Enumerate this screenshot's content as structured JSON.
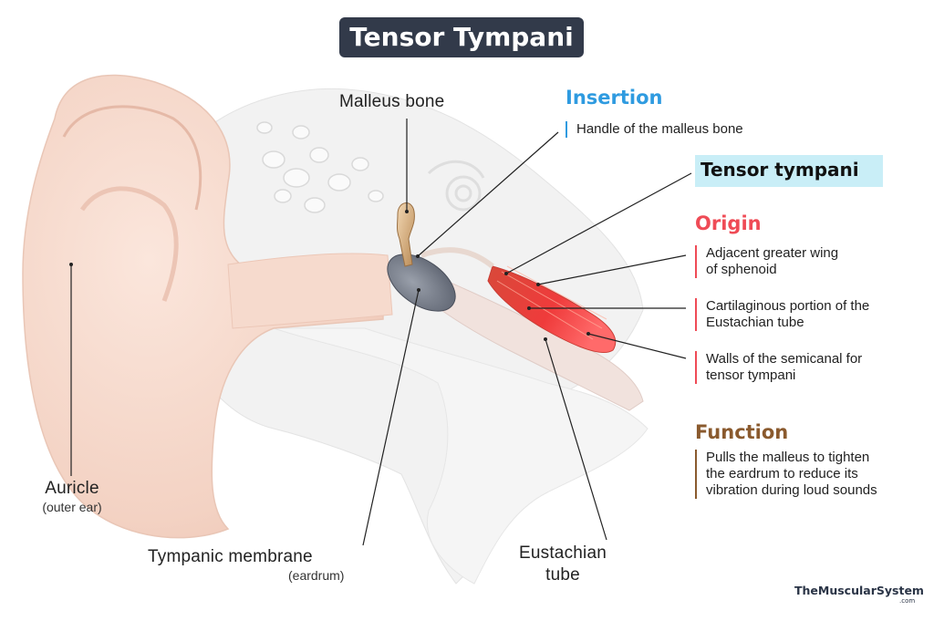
{
  "title": "Tensor Tympani",
  "labels": {
    "malleus": "Malleus bone",
    "auricle": "Auricle",
    "auricle_sub": "(outer ear)",
    "tympanic": "Tympanic membrane",
    "tympanic_sub": "(eardrum)",
    "eustachian_line1": "Eustachian",
    "eustachian_line2": "tube"
  },
  "insertion": {
    "heading": "Insertion",
    "text": "Handle of the malleus bone",
    "color": "#2f9be0"
  },
  "muscle_label": {
    "text": "Tensor tympani",
    "highlight": "#c9eef7"
  },
  "origin": {
    "heading": "Origin",
    "color": "#ef4b56",
    "items": [
      {
        "line1": "Adjacent greater wing",
        "line2": "of sphenoid"
      },
      {
        "line1": "Cartilaginous portion of the",
        "line2": "Eustachian tube"
      },
      {
        "line1": "Walls of the semicanal for",
        "line2": "tensor tympani"
      }
    ]
  },
  "function": {
    "heading": "Function",
    "color": "#8a5a2e",
    "lines": [
      "Pulls the malleus to tighten",
      "the eardrum to reduce its",
      "vibration during loud sounds"
    ]
  },
  "brand": {
    "name": "TheMuscularSystem",
    "suffix": ".com"
  }
}
